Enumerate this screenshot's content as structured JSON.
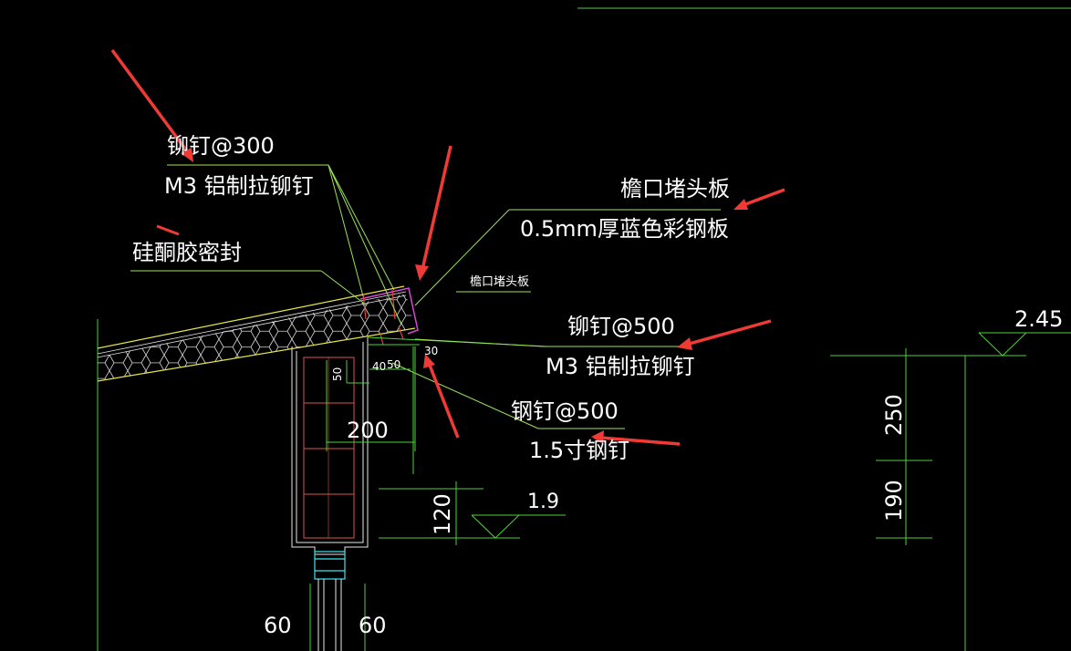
{
  "annotations": {
    "rivet_300_spacing": "铆钉@300",
    "rivet_300_type": "M3 铝制拉铆钉",
    "sealant": "硅酮胶密封",
    "eave_board_title": "檐口堵头板",
    "eave_board_material": "0.5mm厚蓝色彩钢板",
    "eave_board_small": "檐口堵头板",
    "rivet_500_spacing": "铆钉@500",
    "rivet_500_type": "M3 铝制拉铆钉",
    "nail_500_spacing": "钢钉@500",
    "nail_500_type": "1.5寸钢钉"
  },
  "dimensions": {
    "d50": "50",
    "d40": "40",
    "d50b": "50",
    "d30": "30",
    "d200": "200",
    "d120": "120",
    "d60_left": "60",
    "d60_right": "60",
    "d250": "250",
    "d190": "190"
  },
  "levels": {
    "level_right": "2.45",
    "level_mid": "1.9"
  },
  "colors": {
    "background": "#000000",
    "line_green": "#4cd137",
    "leader_green": "#9be25a",
    "arrow_red": "#f03a35",
    "roof_yellow": "#e6e64a",
    "flashing_magenta": "#d54ad5",
    "frame_cyan": "#39e6f0"
  }
}
